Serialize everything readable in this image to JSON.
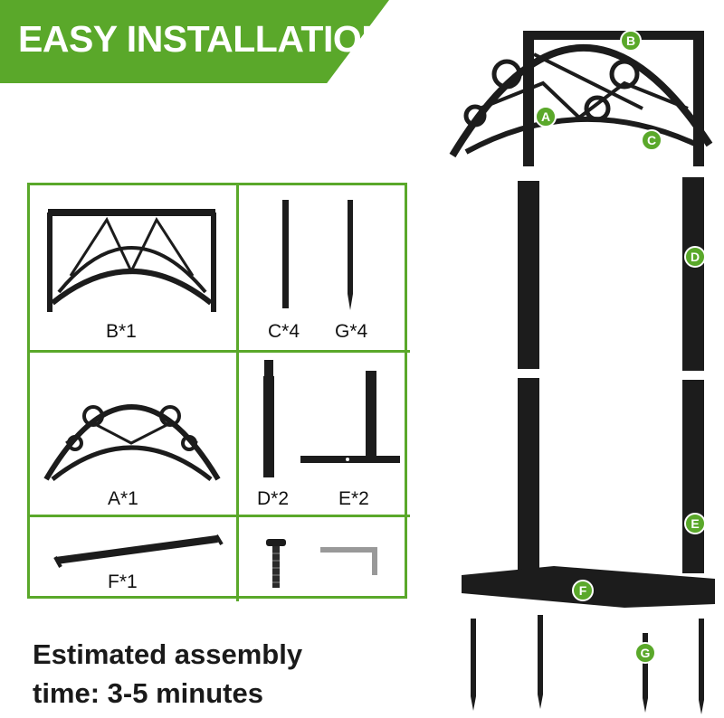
{
  "banner": {
    "title": "EASY INSTALLATION"
  },
  "parts": {
    "b": "B*1",
    "c": "C*4",
    "g": "G*4",
    "a": "A*1",
    "d": "D*2",
    "e": "E*2",
    "f": "F*1"
  },
  "markers": {
    "a": "A",
    "b": "B",
    "c": "C",
    "d": "D",
    "e": "E",
    "f": "F",
    "g": "G"
  },
  "footer": {
    "line1": "Estimated assembly",
    "line2": "time: 3-5 minutes"
  },
  "colors": {
    "accent": "#5aa82a",
    "metal": "#1c1c1c"
  }
}
